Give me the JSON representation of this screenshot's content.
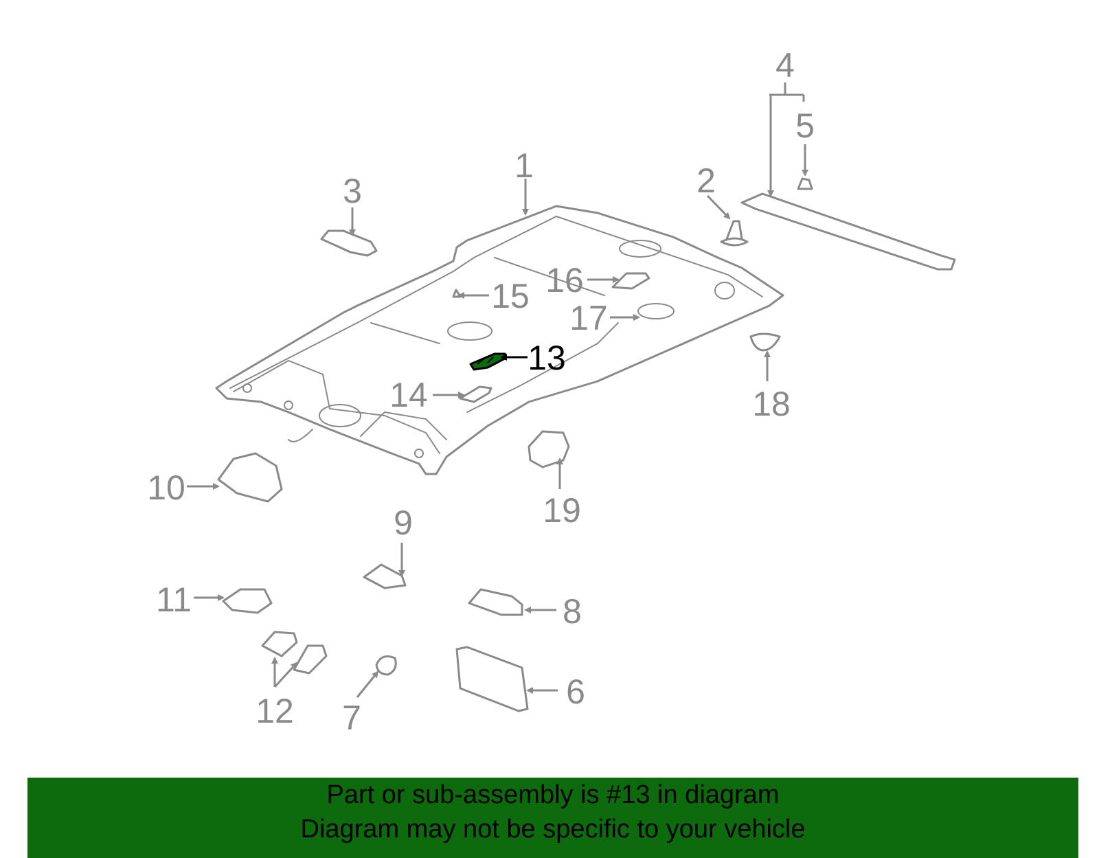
{
  "diagram": {
    "highlight_color": "#0d6b0d",
    "line_color": "#8a8a8a",
    "highlighted_part": "13",
    "callouts": [
      "1",
      "2",
      "3",
      "4",
      "5",
      "6",
      "7",
      "8",
      "9",
      "10",
      "11",
      "12",
      "13",
      "14",
      "15",
      "16",
      "17",
      "18",
      "19"
    ]
  },
  "banner": {
    "line1": "Part or sub-assembly is #13 in diagram",
    "line2": "Diagram may not be specific to your vehicle",
    "background": "#0d6b0d"
  }
}
